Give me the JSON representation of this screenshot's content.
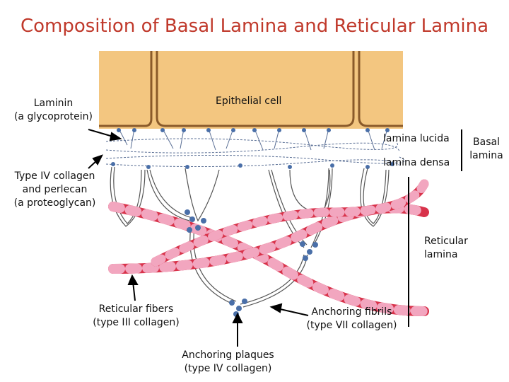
{
  "title": "Composition of Basal Lamina and Reticular Lamina",
  "labels": {
    "epithelial_cell": "Epithelial cell",
    "laminin_line1": "Laminin",
    "laminin_line2": "(a glycoprotein)",
    "collagen4_line1": "Type IV collagen",
    "collagen4_line2": "and perlecan",
    "collagen4_line3": "(a proteoglycan)",
    "lamina_lucida": "lamina lucida",
    "lamina_densa": "lamina densa",
    "basal_line1": "Basal",
    "basal_line2": "lamina",
    "reticular_line1": "Reticular",
    "reticular_line2": "lamina",
    "reticular_fibers_line1": "Reticular fibers",
    "reticular_fibers_line2": "(type III collagen)",
    "anchoring_fibrils_line1": "Anchoring fibrils",
    "anchoring_fibrils_line2": "(type VII collagen)",
    "anchoring_plaques_line1": "Anchoring plaques",
    "anchoring_plaques_line2": "(type IV collagen)"
  },
  "colors": {
    "title": "#c0392b",
    "cell_fill": "#f3c680",
    "cell_border": "#8a5a2a",
    "fiber_red": "#d8324a",
    "fiber_pink": "#f2a6bf",
    "fibril_line": "#555555",
    "node_blue": "#4a6fa8"
  }
}
